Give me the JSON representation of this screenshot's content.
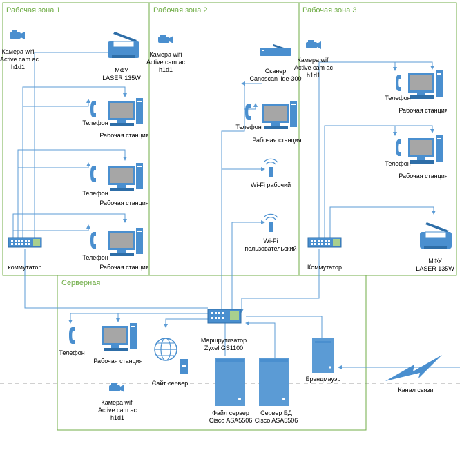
{
  "zones": {
    "z1": "Рабочая зона 1",
    "z2": "Рабочая зона 2",
    "z3": "Рабочая зона 3",
    "server": "Серверная"
  },
  "labels": {
    "camera_line1": "Камера wifi",
    "camera_line2": "Active cam ac",
    "camera_line3": "h1d1",
    "mfu_line1": "МФУ",
    "mfu_line2": "LASER 135W",
    "phone": "Телефон",
    "workstation": "Рабочая станция",
    "switch": "коммутатор",
    "switch_z3": "Коммутатор",
    "scanner_line1": "Сканер",
    "scanner_line2": "Canoscan lide-300",
    "wifi_work": "Wi-Fi рабочий",
    "wifi_user_line1": "Wi-Fi",
    "wifi_user_line2": "пользовательский",
    "router_line1": "Маршрутизатор",
    "router_line2": "Zyxel GS1100",
    "site_server": "Сайт сервер",
    "file_server_line1": "Файл сервер",
    "file_server_line2": "Cisco ASA5506",
    "db_server_line1": "Сервер БД",
    "db_server_line2": "Cisco ASA5506",
    "firewall": "Брэндмауэр",
    "channel": "Канал связи"
  },
  "colors": {
    "zone_border": "#70ad47",
    "device": "#4a8fcf",
    "device_dark": "#2e6ea8",
    "link": "#5b9bd5",
    "divider": "#a0a0a0",
    "screen": "#a6a6a6"
  }
}
